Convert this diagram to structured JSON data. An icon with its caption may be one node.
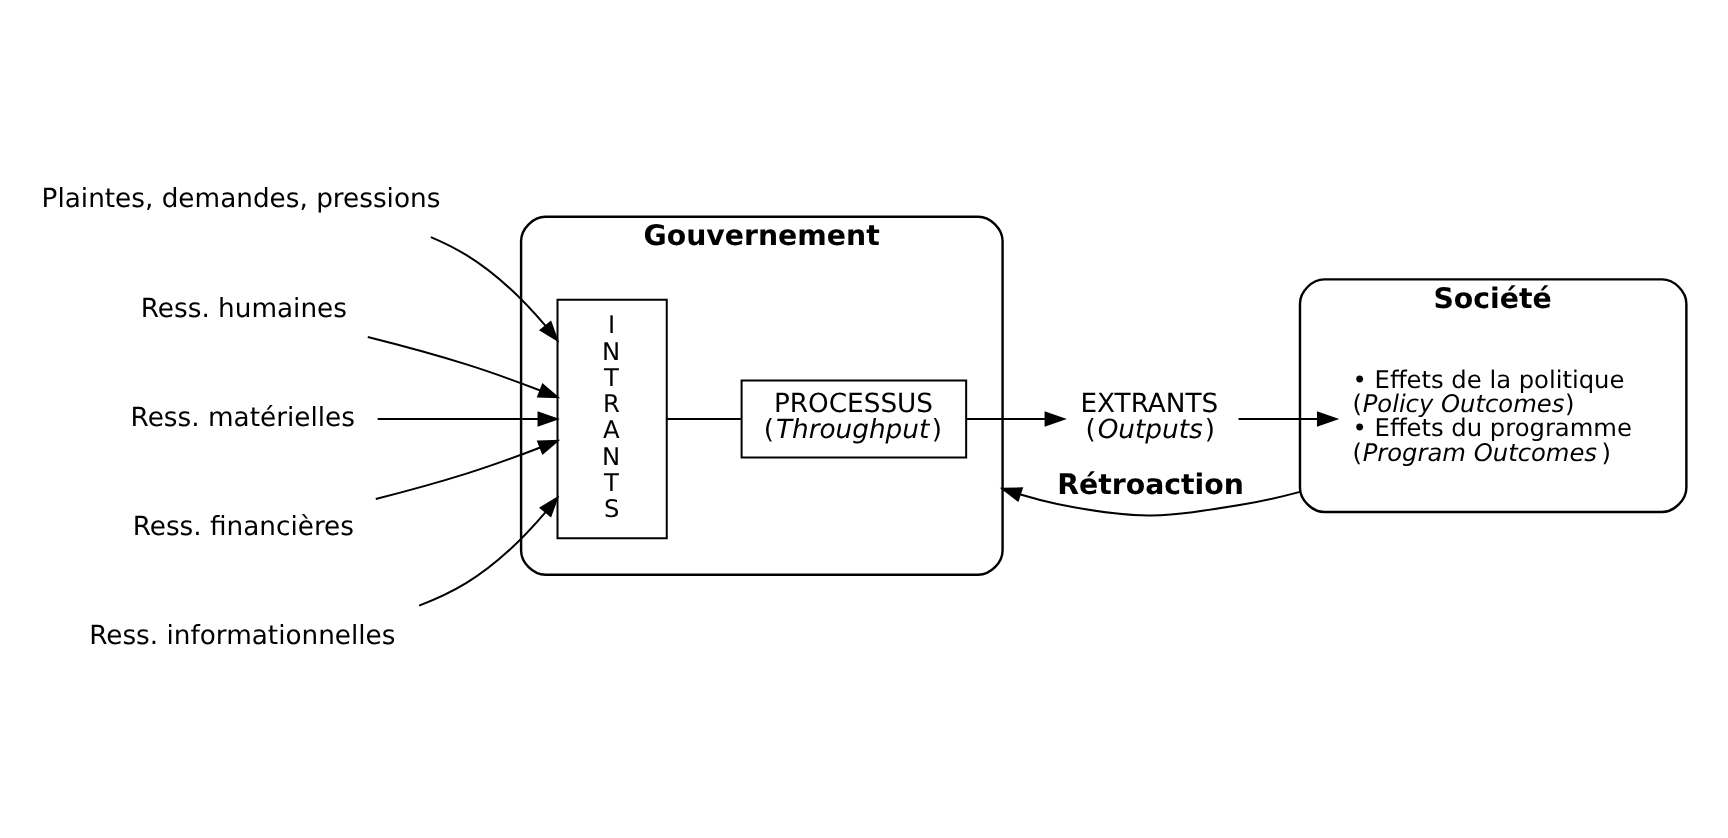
{
  "diagram": {
    "nodes": [
      {
        "text": [
          "Gouvernement"
        ]
      },
      {
        "text": [
          "INTRANTS"
        ],
        "in": 0
      },
      {
        "text": [
          "PROCESSUS (*Throughput*)"
        ],
        "in": 0
      },
      {
        "text": [
          "EXTRANTS (*Outputs*)"
        ]
      },
      {
        "text": [
          "Société"
        ]
      },
      {
        "text": [
          "• Effets de la politique (*Policy Outcomes*)",
          "• Effets du programme (*Program Outcomes*)"
        ],
        "in": 4
      },
      {
        "text": [
          "Plaintes, demandes, pressions"
        ]
      },
      {
        "text": [
          "Ress. humaines"
        ]
      },
      {
        "text": [
          "Ress. matérielles"
        ]
      },
      {
        "text": [
          "Ress. financières"
        ]
      },
      {
        "text": [
          "Ress. informationnelles"
        ]
      }
    ],
    "edges": [
      {
        "from": 1,
        "to": 2,
        "arrow": "none"
      },
      {
        "from": 2,
        "to": 3,
        "arrow": "to"
      },
      {
        "from": 3,
        "to": 5,
        "arrow": "to"
      },
      {
        "from": 4,
        "to": 0,
        "label": "Rétroaction",
        "arrow": "to"
      },
      {
        "from": 6,
        "to": 1,
        "arrow": "to"
      },
      {
        "from": 7,
        "to": 1,
        "arrow": "to"
      },
      {
        "from": 8,
        "to": 1,
        "arrow": "to"
      },
      {
        "from": 9,
        "to": 1,
        "arrow": "to"
      },
      {
        "from": 10,
        "to": 1,
        "arrow": "to"
      }
    ]
  }
}
